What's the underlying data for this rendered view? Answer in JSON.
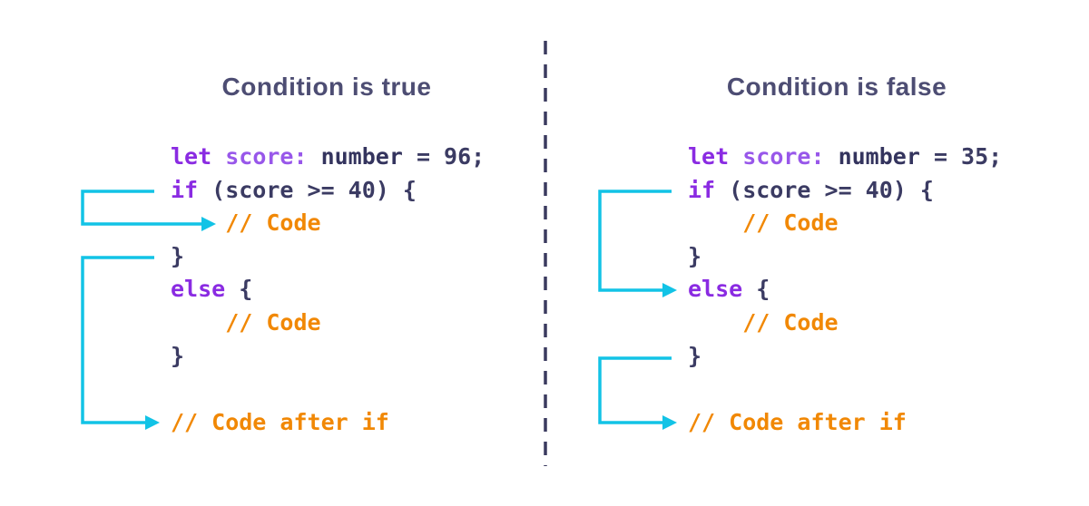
{
  "palette": {
    "bg": "#ffffff",
    "title": "#4d4d73",
    "kw": "#8a2be2",
    "id": "#9857ea",
    "ty": "#34345e",
    "pl": "#3b3b63",
    "cm": "#f18805",
    "arrow": "#12c3e6",
    "divider": "#3a3a5f"
  },
  "left": {
    "title": "Condition is true",
    "code": [
      [
        {
          "t": "let ",
          "c": "kw"
        },
        {
          "t": "score: ",
          "c": "id"
        },
        {
          "t": "number",
          "c": "ty"
        },
        {
          "t": " = 96;",
          "c": "pl"
        }
      ],
      [
        {
          "t": "if ",
          "c": "kw"
        },
        {
          "t": "(score >= 40) {",
          "c": "pl"
        }
      ],
      [
        {
          "t": "    // Code",
          "c": "cm"
        }
      ],
      [
        {
          "t": "}",
          "c": "pl"
        }
      ],
      [
        {
          "t": "else",
          "c": "kw"
        },
        {
          "t": " {",
          "c": "pl"
        }
      ],
      [
        {
          "t": "    // Code",
          "c": "cm"
        }
      ],
      [
        {
          "t": "}",
          "c": "pl"
        }
      ],
      [
        {
          "t": " ",
          "c": "pl"
        }
      ],
      [
        {
          "t": "// Code after if",
          "c": "cm"
        }
      ]
    ]
  },
  "right": {
    "title": "Condition is false",
    "code": [
      [
        {
          "t": "let ",
          "c": "kw"
        },
        {
          "t": "score: ",
          "c": "id"
        },
        {
          "t": "number",
          "c": "ty"
        },
        {
          "t": " = 35;",
          "c": "pl"
        }
      ],
      [
        {
          "t": "if ",
          "c": "kw"
        },
        {
          "t": "(score >= 40) {",
          "c": "pl"
        }
      ],
      [
        {
          "t": "    // Code",
          "c": "cm"
        }
      ],
      [
        {
          "t": "}",
          "c": "pl"
        }
      ],
      [
        {
          "t": "else",
          "c": "kw"
        },
        {
          "t": " {",
          "c": "pl"
        }
      ],
      [
        {
          "t": "    // Code",
          "c": "cm"
        }
      ],
      [
        {
          "t": "}",
          "c": "pl"
        }
      ],
      [
        {
          "t": " ",
          "c": "pl"
        }
      ],
      [
        {
          "t": "// Code after if",
          "c": "cm"
        }
      ]
    ]
  }
}
